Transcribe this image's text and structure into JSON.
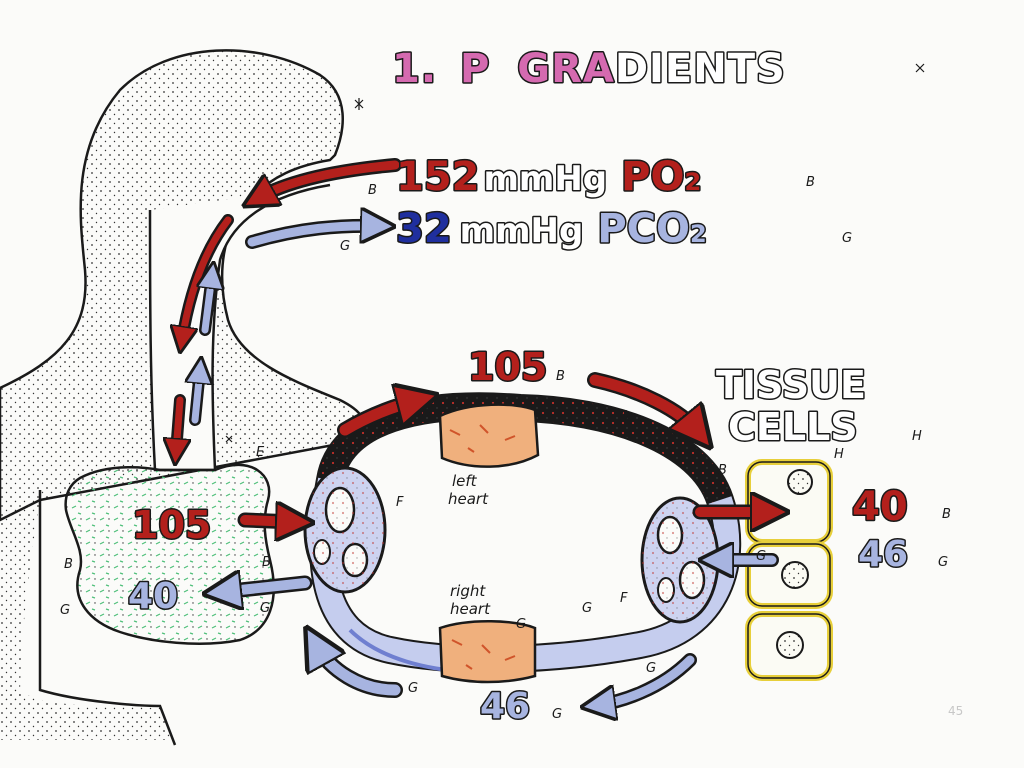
{
  "title": {
    "number": "1.",
    "p": "P",
    "gra": "GRA",
    "dients": "DIENTS"
  },
  "atmosphere": {
    "po2_value": "152",
    "po2_unit": "mmHg",
    "po2_label": "PO",
    "po2_sub": "2",
    "po2_letter": "B",
    "pco2_value": "32",
    "pco2_unit": "mmHg",
    "pco2_label": "PCO",
    "pco2_sub": "2",
    "pco2_letter": "G"
  },
  "arterial": {
    "value": "105",
    "letter": "B"
  },
  "alveoli": {
    "po2_value": "105",
    "pco2_value": "40",
    "letter_e": "E",
    "letter_b": "B",
    "letter_g": "G"
  },
  "tissue": {
    "line1": "TISSUE",
    "line2": "CELLS",
    "letter_h": "H",
    "po2_value": "40",
    "po2_letter": "B",
    "pco2_value": "46",
    "pco2_letter": "G"
  },
  "venous": {
    "value": "46",
    "letter": "G"
  },
  "heart": {
    "left_line1": "left",
    "left_line2": "heart",
    "right_line1": "right",
    "right_line2": "heart"
  },
  "labels": {
    "b": "B",
    "f": "F",
    "g": "G",
    "h": "H"
  },
  "page_number": "45",
  "colors": {
    "red": "#b3201c",
    "blue": "#1f2f9e",
    "light_blue": "#a7b4e0",
    "magenta": "#b0267f",
    "orange": "#e89a5a",
    "yellow": "#e7cf3a",
    "green": "#4fbf7a"
  }
}
